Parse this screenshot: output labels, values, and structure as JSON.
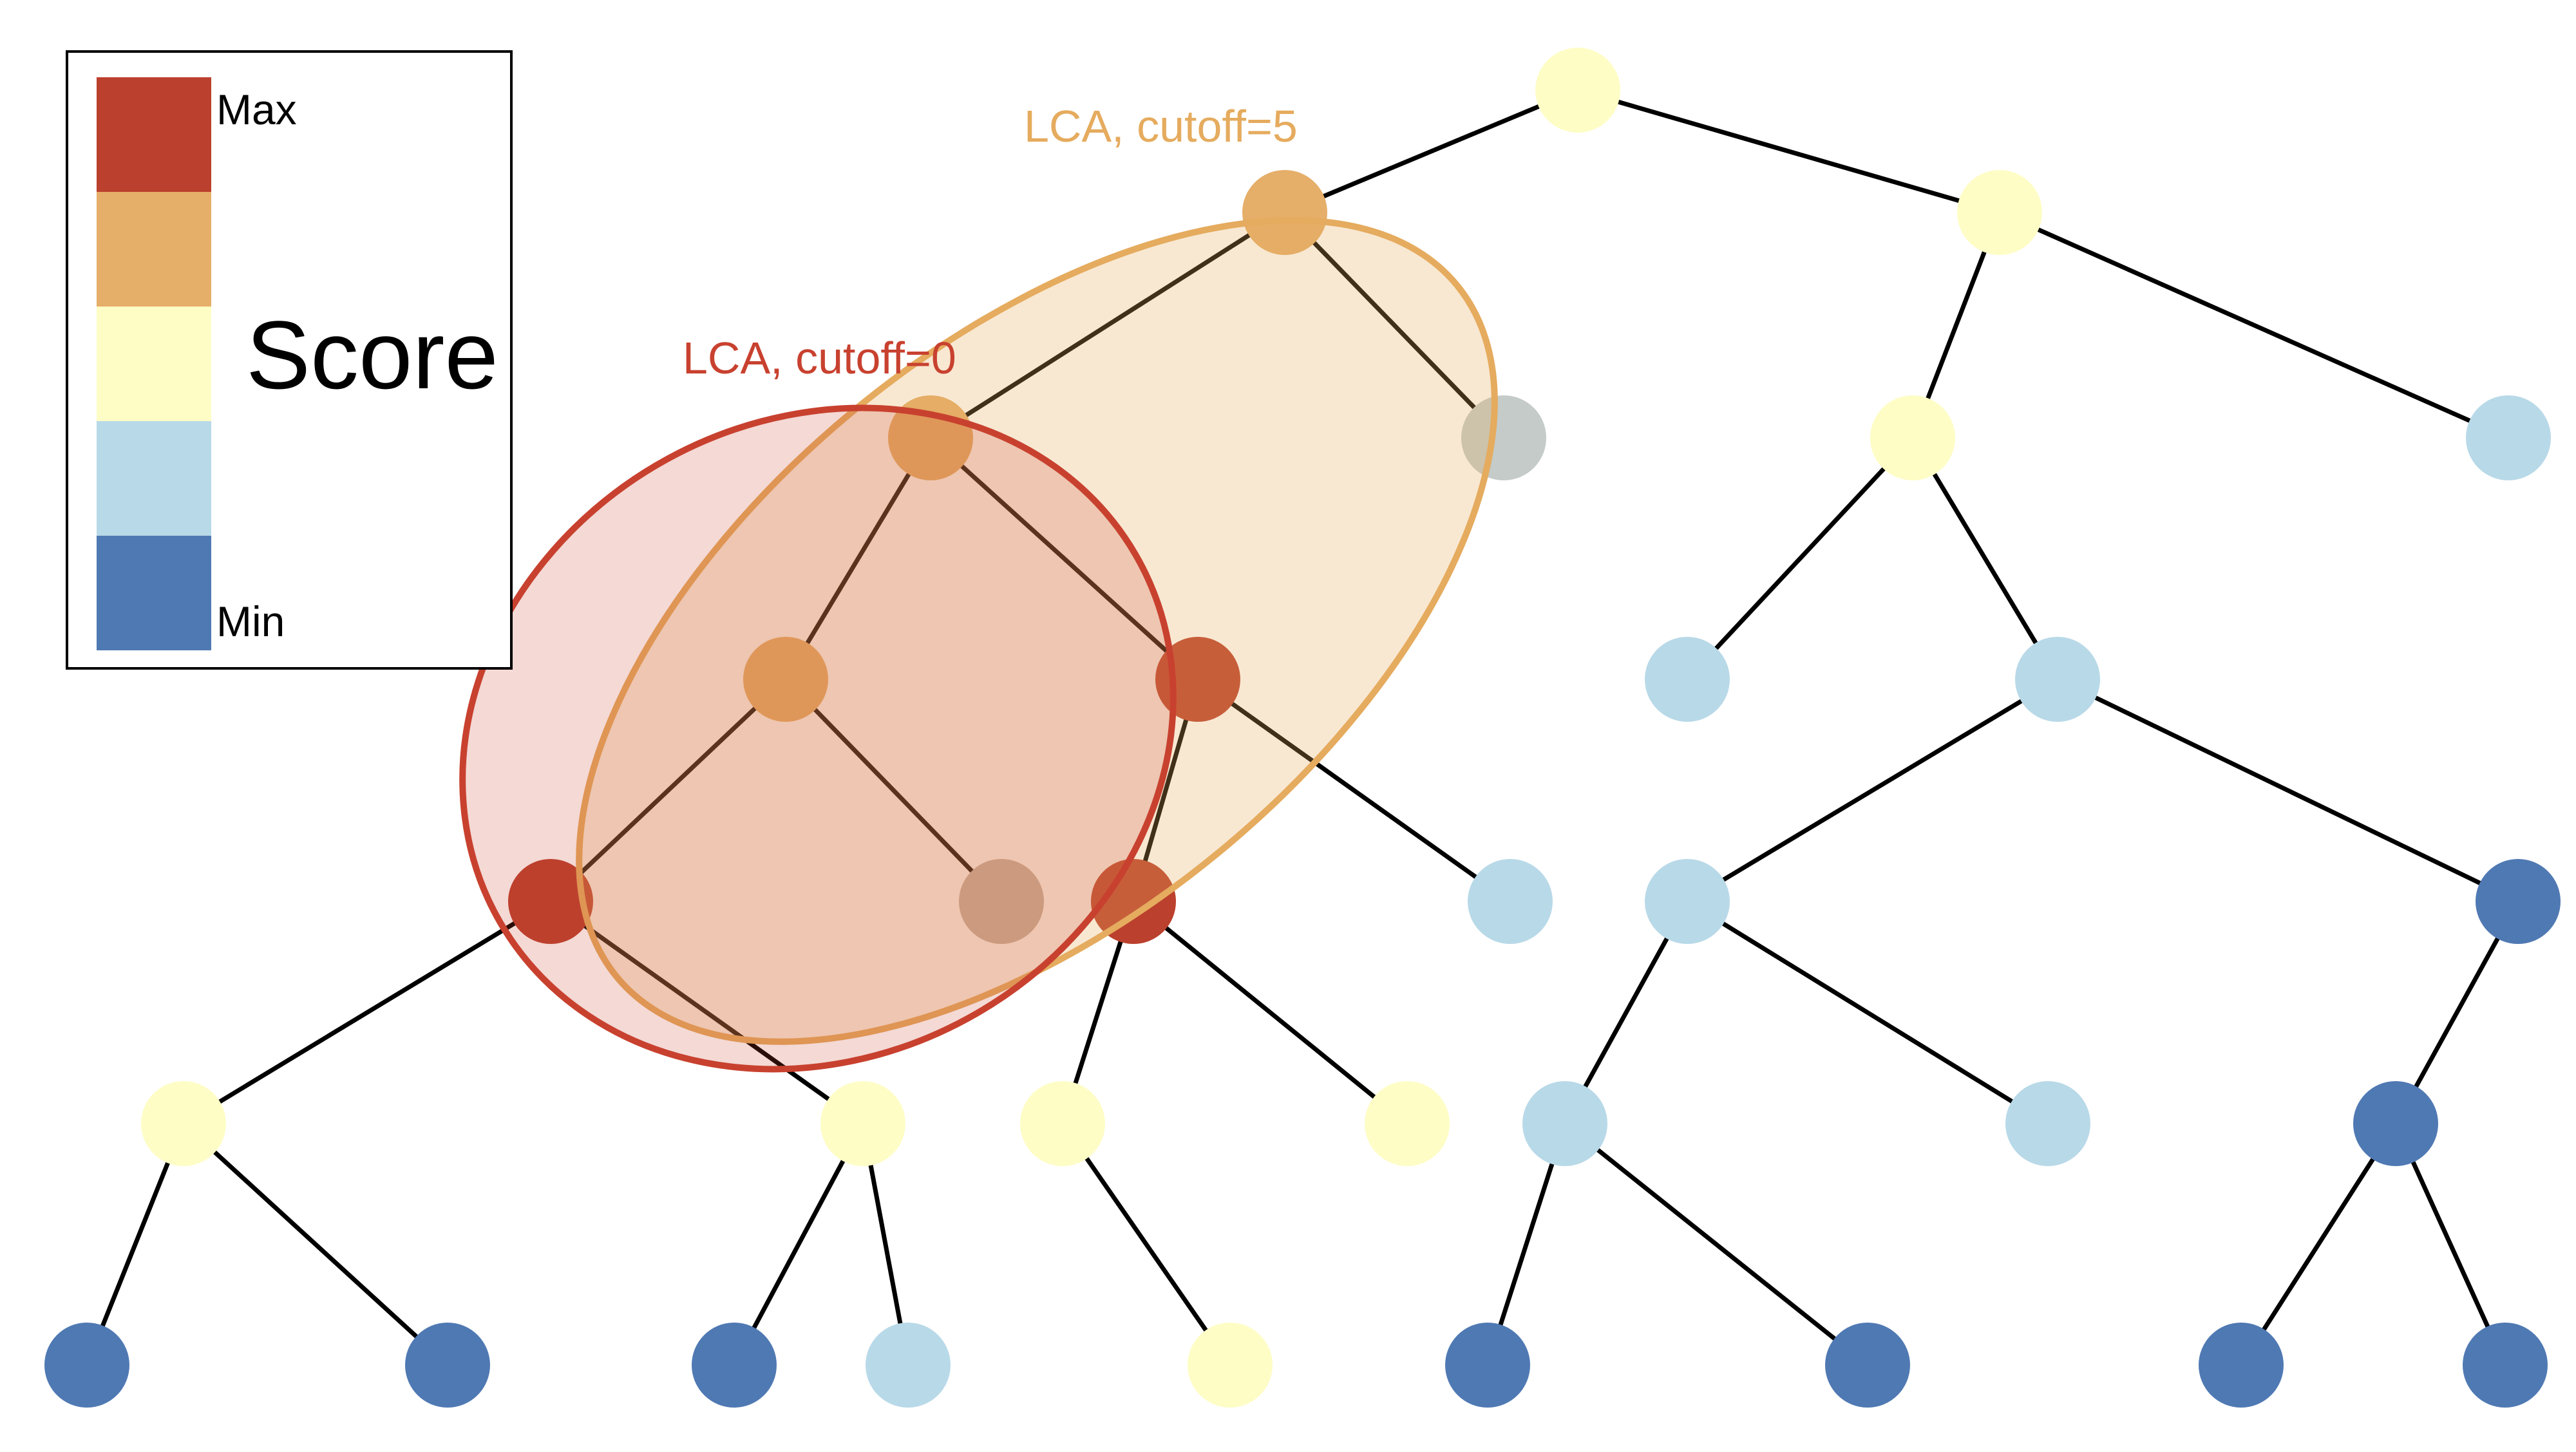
{
  "colors": {
    "max": "#bb402d",
    "high": "#e5ae69",
    "mid": "#fefdc6",
    "low": "#b8d9e8",
    "min": "#4f79b3",
    "edge": "#000000",
    "lca_cutoff_0": "#c8412f",
    "lca_cutoff_5": "#e5ab5e"
  },
  "legend": {
    "max_label": "Max",
    "min_label": "Min",
    "title": "Score",
    "swatches": [
      "max",
      "high",
      "mid",
      "low",
      "min"
    ]
  },
  "regions": {
    "cutoff_0_label": "LCA, cutoff=0",
    "cutoff_5_label": "LCA, cutoff=5"
  },
  "tree": {
    "nodes": [
      {
        "id": "root",
        "score": "mid"
      },
      {
        "id": "a",
        "score": "high"
      },
      {
        "id": "b",
        "score": "mid"
      },
      {
        "id": "a1",
        "score": "high"
      },
      {
        "id": "a2",
        "score": "low"
      },
      {
        "id": "b1",
        "score": "mid"
      },
      {
        "id": "b2",
        "score": "low"
      },
      {
        "id": "c1",
        "score": "high"
      },
      {
        "id": "c2",
        "score": "max"
      },
      {
        "id": "b1l",
        "score": "low"
      },
      {
        "id": "b1r",
        "score": "low"
      },
      {
        "id": "d1",
        "score": "max"
      },
      {
        "id": "d2",
        "score": "low"
      },
      {
        "id": "d3",
        "score": "max"
      },
      {
        "id": "d4",
        "score": "low"
      },
      {
        "id": "e1",
        "score": "low"
      },
      {
        "id": "e2",
        "score": "min"
      },
      {
        "id": "f1",
        "score": "mid"
      },
      {
        "id": "f2",
        "score": "mid"
      },
      {
        "id": "f3",
        "score": "mid"
      },
      {
        "id": "f4",
        "score": "mid"
      },
      {
        "id": "f5",
        "score": "low"
      },
      {
        "id": "f6",
        "score": "low"
      },
      {
        "id": "f7",
        "score": "min"
      },
      {
        "id": "g1",
        "score": "min"
      },
      {
        "id": "g2",
        "score": "min"
      },
      {
        "id": "g3",
        "score": "min"
      },
      {
        "id": "g4",
        "score": "low"
      },
      {
        "id": "g5",
        "score": "mid"
      },
      {
        "id": "g6",
        "score": "min"
      },
      {
        "id": "g7",
        "score": "min"
      },
      {
        "id": "g8",
        "score": "min"
      },
      {
        "id": "g9",
        "score": "min"
      }
    ],
    "edges": [
      [
        "root",
        "a"
      ],
      [
        "root",
        "b"
      ],
      [
        "a",
        "a1"
      ],
      [
        "a",
        "a2"
      ],
      [
        "b",
        "b1"
      ],
      [
        "b",
        "b2"
      ],
      [
        "a1",
        "c1"
      ],
      [
        "a1",
        "c2"
      ],
      [
        "b1",
        "b1l"
      ],
      [
        "b1",
        "b1r"
      ],
      [
        "c1",
        "d1"
      ],
      [
        "c1",
        "d2"
      ],
      [
        "c2",
        "d3"
      ],
      [
        "c2",
        "d4"
      ],
      [
        "b1r",
        "e1"
      ],
      [
        "b1r",
        "e2"
      ],
      [
        "d1",
        "f1"
      ],
      [
        "d1",
        "f2"
      ],
      [
        "d3",
        "f3"
      ],
      [
        "d3",
        "f4"
      ],
      [
        "e1",
        "f5"
      ],
      [
        "e1",
        "f6"
      ],
      [
        "e2",
        "f7"
      ],
      [
        "f1",
        "g1"
      ],
      [
        "f1",
        "g2"
      ],
      [
        "f2",
        "g3"
      ],
      [
        "f2",
        "g4"
      ],
      [
        "f3",
        "g5"
      ],
      [
        "f5",
        "g6"
      ],
      [
        "f5",
        "g7"
      ],
      [
        "f7",
        "g8"
      ],
      [
        "f7",
        "g9"
      ]
    ]
  }
}
